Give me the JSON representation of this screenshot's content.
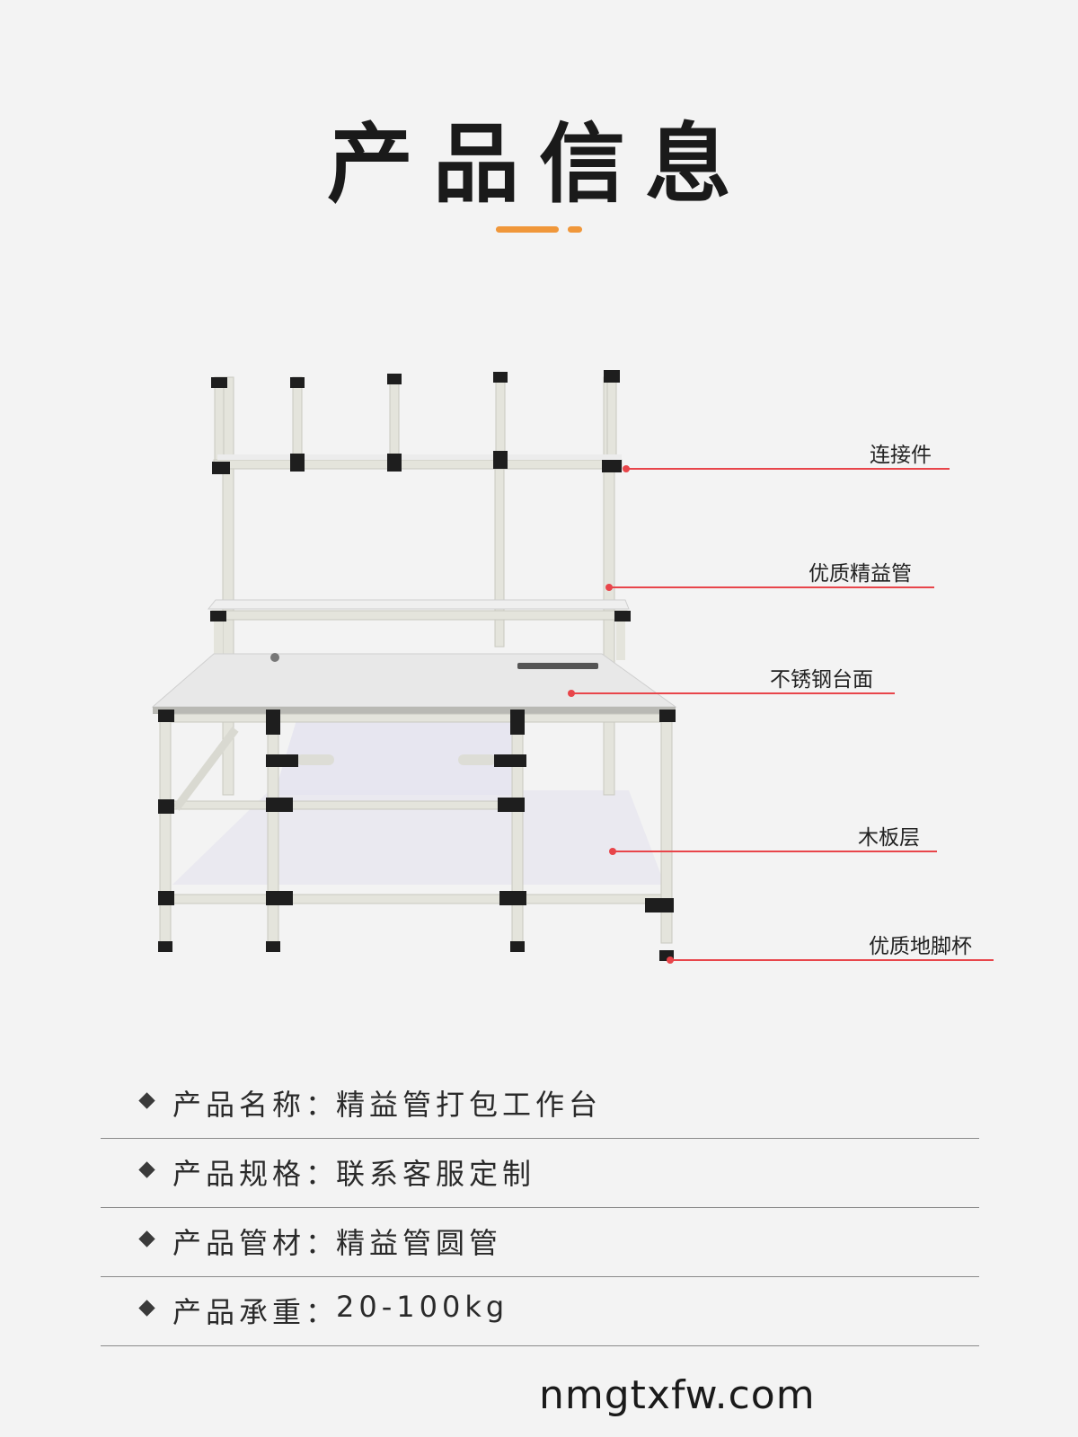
{
  "title": "产品信息",
  "colors": {
    "accent": "#f0973a",
    "callout_line": "#e8454a",
    "frame": "#e3e3dc",
    "connector": "#1e1e1e"
  },
  "callouts": [
    {
      "label": "连接件"
    },
    {
      "label": "优质精益管"
    },
    {
      "label": "不锈钢台面"
    },
    {
      "label": "木板层"
    },
    {
      "label": "优质地脚杯"
    }
  ],
  "specs": [
    {
      "label": "产品名称：",
      "value": "精益管打包工作台"
    },
    {
      "label": "产品规格：",
      "value": "联系客服定制"
    },
    {
      "label": "产品管材：",
      "value": "精益管圆管"
    },
    {
      "label": "产品承重：",
      "value": "20-100kg"
    }
  ],
  "website": "nmgtxfw.com"
}
